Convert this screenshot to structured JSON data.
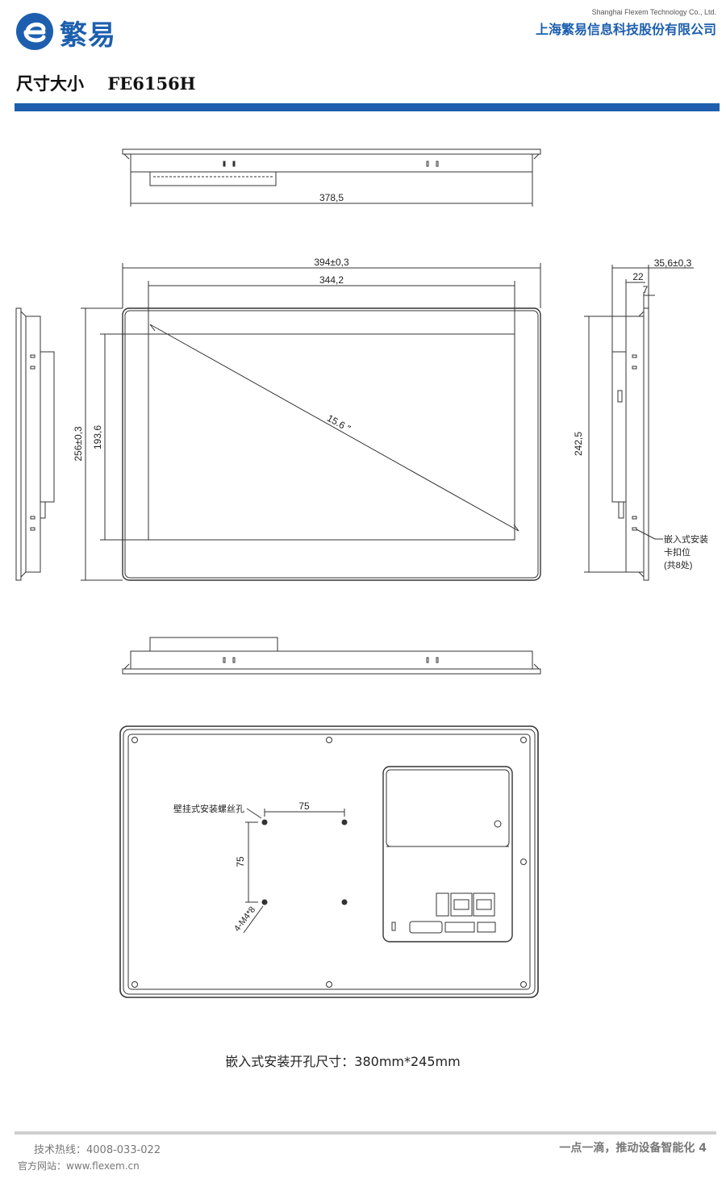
{
  "header": {
    "logo_text": "繁易",
    "company_en": "Shanghai Flexem Technology Co., Ltd.",
    "company_cn": "上海繁易信息科技股份有限公司"
  },
  "section": {
    "title": "尺寸大小",
    "model": "FE6156H"
  },
  "dims": {
    "top_width": "378,5",
    "overall_width": "394±0,3",
    "screen_width": "344,2",
    "overall_height": "256±0,3",
    "screen_height": "193,6",
    "diagonal": "15.6 ″",
    "depth": "35,6±0,3",
    "depth_front": "22",
    "bezel": "7",
    "side_height": "242,5",
    "clip_note_1": "嵌入式安装",
    "clip_note_2": "卡扣位",
    "clip_note_3": "(共8处)",
    "vesa_label": "壁挂式安装螺丝孔",
    "vesa_h": "75",
    "vesa_v": "75",
    "vesa_screw": "4-M4*8"
  },
  "cutout_text": "嵌入式安装开孔尺寸：380mm*245mm",
  "footer": {
    "hotline": "技术热线：4008-033-022",
    "website": "官方网站：www.flexem.cn",
    "slogan": "一点一滴，推动设备智能化 4"
  },
  "colors": {
    "brand": "#1d5fae",
    "line": "#333333"
  }
}
